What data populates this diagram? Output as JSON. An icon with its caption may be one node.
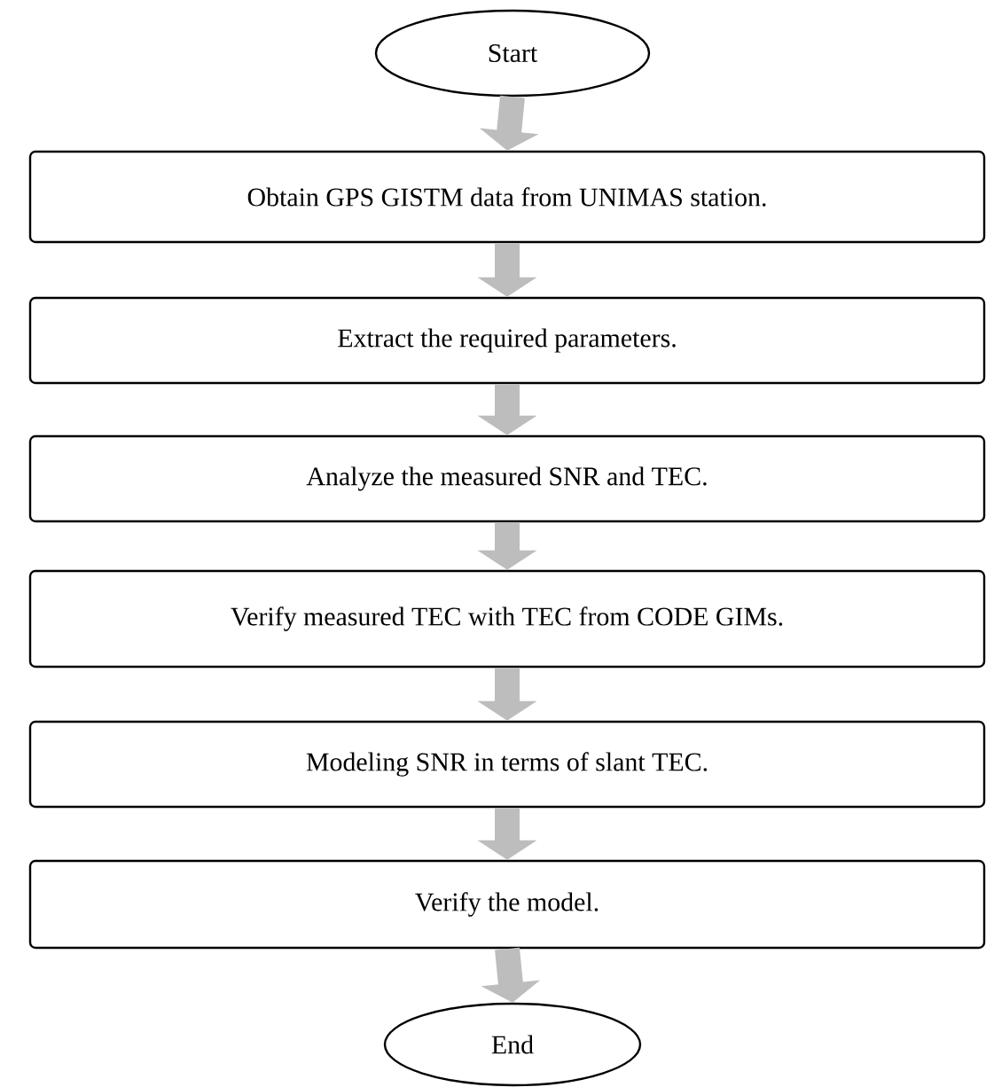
{
  "diagram": {
    "nodes": [
      {
        "text": [
          "Start"
        ]
      },
      {
        "text": [
          "Obtain GPS GISTM data from UNIMAS station."
        ]
      },
      {
        "text": [
          "Extract the required parameters."
        ]
      },
      {
        "text": [
          "Analyze the measured SNR and TEC."
        ]
      },
      {
        "text": [
          "Verify measured TEC with TEC from CODE GIMs."
        ]
      },
      {
        "text": [
          "Modeling SNR in terms of slant TEC."
        ]
      },
      {
        "text": [
          "Verify the model."
        ]
      },
      {
        "text": [
          "End"
        ]
      }
    ],
    "edges": [
      {
        "from": 0,
        "to": 1,
        "arrow": "to"
      },
      {
        "from": 1,
        "to": 2,
        "arrow": "to"
      },
      {
        "from": 2,
        "to": 3,
        "arrow": "to"
      },
      {
        "from": 3,
        "to": 4,
        "arrow": "to"
      },
      {
        "from": 4,
        "to": 5,
        "arrow": "to"
      },
      {
        "from": 5,
        "to": 6,
        "arrow": "to"
      },
      {
        "from": 6,
        "to": 7,
        "arrow": "to"
      }
    ]
  }
}
